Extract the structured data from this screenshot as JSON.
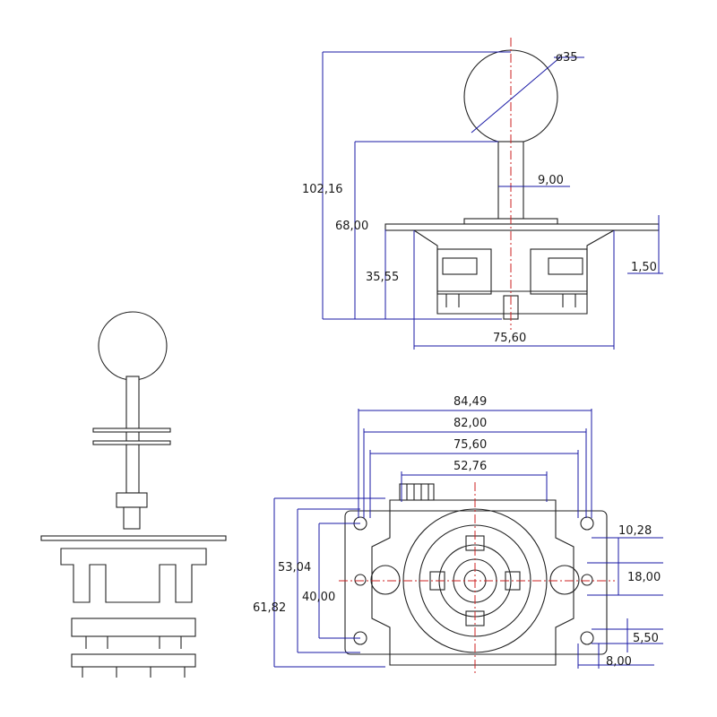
{
  "drawing": {
    "title": "",
    "accent_dimension": "#1a1aa6",
    "accent_centerline": "#cc2222",
    "line_color": "#222222"
  },
  "dimensions": {
    "ball_diameter": "ø35",
    "total_height": "102,16",
    "shaft_height": "68,00",
    "shaft_width": "9,00",
    "body_height": "35,55",
    "plate_thickness": "1,50",
    "side_base_width": "75,60",
    "plate_width": "84,49",
    "hole_spacing_outer": "82,00",
    "hole_spacing_inner": "75,60",
    "body_width": "52,76",
    "hole_offset_right": "10,28",
    "slot_height": "18,00",
    "hole_dia": "5,50",
    "slot_width": "8,00",
    "plate_depth_outer": "61,82",
    "plate_depth_mid": "53,04",
    "hole_spacing_vertical": "40,00"
  }
}
